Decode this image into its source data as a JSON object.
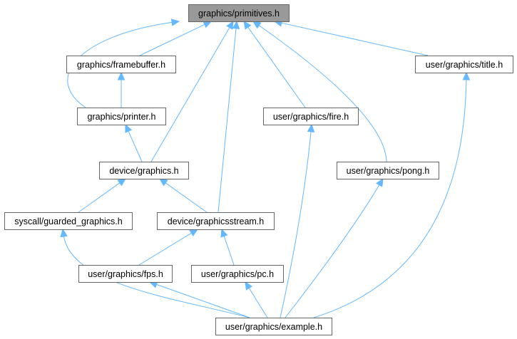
{
  "colors": {
    "edge": "#63b8ff",
    "root_fill": "#999999",
    "node_border": "#666666",
    "node_fill": "#ffffff"
  },
  "nodes": [
    {
      "id": "primitives",
      "label": "graphics/primitives.h",
      "root": true
    },
    {
      "id": "framebuffer",
      "label": "graphics/framebuffer.h"
    },
    {
      "id": "title",
      "label": "user/graphics/title.h"
    },
    {
      "id": "printer",
      "label": "graphics/printer.h"
    },
    {
      "id": "fire",
      "label": "user/graphics/fire.h"
    },
    {
      "id": "devgraphics",
      "label": "device/graphics.h"
    },
    {
      "id": "pong",
      "label": "user/graphics/pong.h"
    },
    {
      "id": "guarded",
      "label": "syscall/guarded_graphics.h"
    },
    {
      "id": "gstream",
      "label": "device/graphicsstream.h"
    },
    {
      "id": "fps",
      "label": "user/graphics/fps.h"
    },
    {
      "id": "pc",
      "label": "user/graphics/pc.h"
    },
    {
      "id": "example",
      "label": "user/graphics/example.h"
    }
  ],
  "edges": [
    {
      "from": "framebuffer",
      "to": "primitives"
    },
    {
      "from": "printer",
      "to": "primitives"
    },
    {
      "from": "devgraphics",
      "to": "primitives"
    },
    {
      "from": "gstream",
      "to": "primitives"
    },
    {
      "from": "fire",
      "to": "primitives"
    },
    {
      "from": "pong",
      "to": "primitives"
    },
    {
      "from": "title",
      "to": "primitives"
    },
    {
      "from": "printer",
      "to": "framebuffer"
    },
    {
      "from": "devgraphics",
      "to": "printer"
    },
    {
      "from": "guarded",
      "to": "devgraphics"
    },
    {
      "from": "gstream",
      "to": "devgraphics"
    },
    {
      "from": "fps",
      "to": "gstream"
    },
    {
      "from": "pc",
      "to": "gstream"
    },
    {
      "from": "example",
      "to": "guarded"
    },
    {
      "from": "example",
      "to": "fps"
    },
    {
      "from": "example",
      "to": "pc"
    },
    {
      "from": "example",
      "to": "fire"
    },
    {
      "from": "example",
      "to": "pong"
    },
    {
      "from": "example",
      "to": "title"
    }
  ]
}
